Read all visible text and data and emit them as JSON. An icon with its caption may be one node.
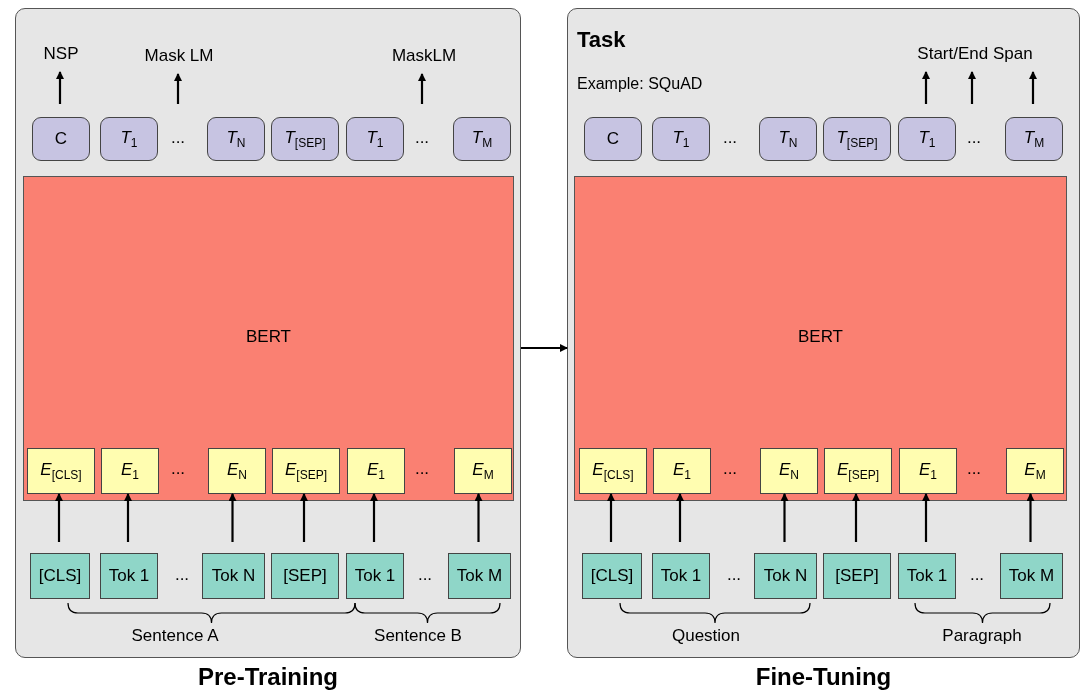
{
  "diagram": {
    "nodes": [
      {
        "text": [
          "Pre-Training"
        ]
      },
      {
        "text": [
          "NSP"
        ],
        "in": 0
      },
      {
        "text": [
          "Mask LM"
        ],
        "in": 0
      },
      {
        "text": [
          "MaskLM"
        ],
        "in": 0
      },
      {
        "text": [
          "C"
        ],
        "in": 0
      },
      {
        "text": [
          "*T*$_{1}$"
        ],
        "in": 0
      },
      {
        "text": [
          "*T*$_{N}$"
        ],
        "in": 0
      },
      {
        "text": [
          "*T*$_{[SEP]}$"
        ],
        "in": 0
      },
      {
        "text": [
          "*T*$_{1}$"
        ],
        "in": 0
      },
      {
        "text": [
          "*T*$_{M}$"
        ],
        "in": 0
      },
      {
        "text": [
          "BERT"
        ],
        "in": 0
      },
      {
        "text": [
          "*E*$_{[CLS]}$"
        ],
        "in": 10
      },
      {
        "text": [
          "*E*$_{1}$"
        ],
        "in": 10
      },
      {
        "text": [
          "*E*$_{N}$"
        ],
        "in": 10
      },
      {
        "text": [
          "*E*$_{[SEP]}$"
        ],
        "in": 10
      },
      {
        "text": [
          "*E*$_{1}$"
        ],
        "in": 10
      },
      {
        "text": [
          "*E*$_{M}$"
        ],
        "in": 10
      },
      {
        "text": [
          "[CLS]"
        ],
        "in": 0
      },
      {
        "text": [
          "Tok 1"
        ],
        "in": 0
      },
      {
        "text": [
          "Tok N"
        ],
        "in": 0
      },
      {
        "text": [
          "[SEP]"
        ],
        "in": 0
      },
      {
        "text": [
          "Tok 1"
        ],
        "in": 0
      },
      {
        "text": [
          "Tok M"
        ],
        "in": 0
      },
      {
        "text": [
          "Fine-Tuning",
          "Task",
          "Example: SQuAD"
        ]
      },
      {
        "text": [
          "Start/End Span"
        ],
        "in": 23
      },
      {
        "text": [
          "C"
        ],
        "in": 23
      },
      {
        "text": [
          "*T*$_{1}$"
        ],
        "in": 23
      },
      {
        "text": [
          "*T*$_{N}$"
        ],
        "in": 23
      },
      {
        "text": [
          "*T*$_{[SEP]}$"
        ],
        "in": 23
      },
      {
        "text": [
          "*T*$_{1}$"
        ],
        "in": 23
      },
      {
        "text": [
          "*T*$_{M}$"
        ],
        "in": 23
      },
      {
        "text": [
          "BERT"
        ],
        "in": 23
      },
      {
        "text": [
          "*E*$_{[CLS]}$"
        ],
        "in": 31
      },
      {
        "text": [
          "*E*$_{1}$"
        ],
        "in": 31
      },
      {
        "text": [
          "*E*$_{N}$"
        ],
        "in": 31
      },
      {
        "text": [
          "*E*$_{[SEP]}$"
        ],
        "in": 31
      },
      {
        "text": [
          "*E*$_{1}$"
        ],
        "in": 31
      },
      {
        "text": [
          "*E*$_{M}$"
        ],
        "in": 31
      },
      {
        "text": [
          "[CLS]"
        ],
        "in": 23
      },
      {
        "text": [
          "Tok 1"
        ],
        "in": 23
      },
      {
        "text": [
          "Tok N"
        ],
        "in": 23
      },
      {
        "text": [
          "[SEP]"
        ],
        "in": 23
      },
      {
        "text": [
          "Tok 1"
        ],
        "in": 23
      },
      {
        "text": [
          "Tok M"
        ],
        "in": 23
      }
    ],
    "edges": [
      {
        "from": 4,
        "to": 1,
        "arrow": "to"
      },
      {
        "from": null,
        "to": 2,
        "arrow": "to"
      },
      {
        "from": null,
        "to": 3,
        "arrow": "to"
      },
      {
        "from": 17,
        "to": 11,
        "arrow": "to"
      },
      {
        "from": 18,
        "to": 12,
        "arrow": "to"
      },
      {
        "from": 19,
        "to": 13,
        "arrow": "to"
      },
      {
        "from": 20,
        "to": 14,
        "arrow": "to"
      },
      {
        "from": 21,
        "to": 15,
        "arrow": "to"
      },
      {
        "from": 22,
        "to": 16,
        "arrow": "to"
      },
      {
        "from": 0,
        "to": 23,
        "arrow": "to"
      },
      {
        "from": 29,
        "to": 24,
        "arrow": "to"
      },
      {
        "from": null,
        "to": 24,
        "arrow": "to"
      },
      {
        "from": 30,
        "to": 24,
        "arrow": "to"
      },
      {
        "from": 38,
        "to": 32,
        "arrow": "to"
      },
      {
        "from": 39,
        "to": 33,
        "arrow": "to"
      },
      {
        "from": 40,
        "to": 34,
        "arrow": "to"
      },
      {
        "from": 41,
        "to": 35,
        "arrow": "to"
      },
      {
        "from": 42,
        "to": 36,
        "arrow": "to"
      },
      {
        "from": 43,
        "to": 37,
        "arrow": "to"
      }
    ],
    "labels": [
      "...",
      "...",
      "...",
      "...",
      "...",
      "...",
      "Sentence A",
      "Sentence B",
      "...",
      "...",
      "...",
      "...",
      "...",
      "...",
      "Question",
      "Paragraph"
    ]
  }
}
